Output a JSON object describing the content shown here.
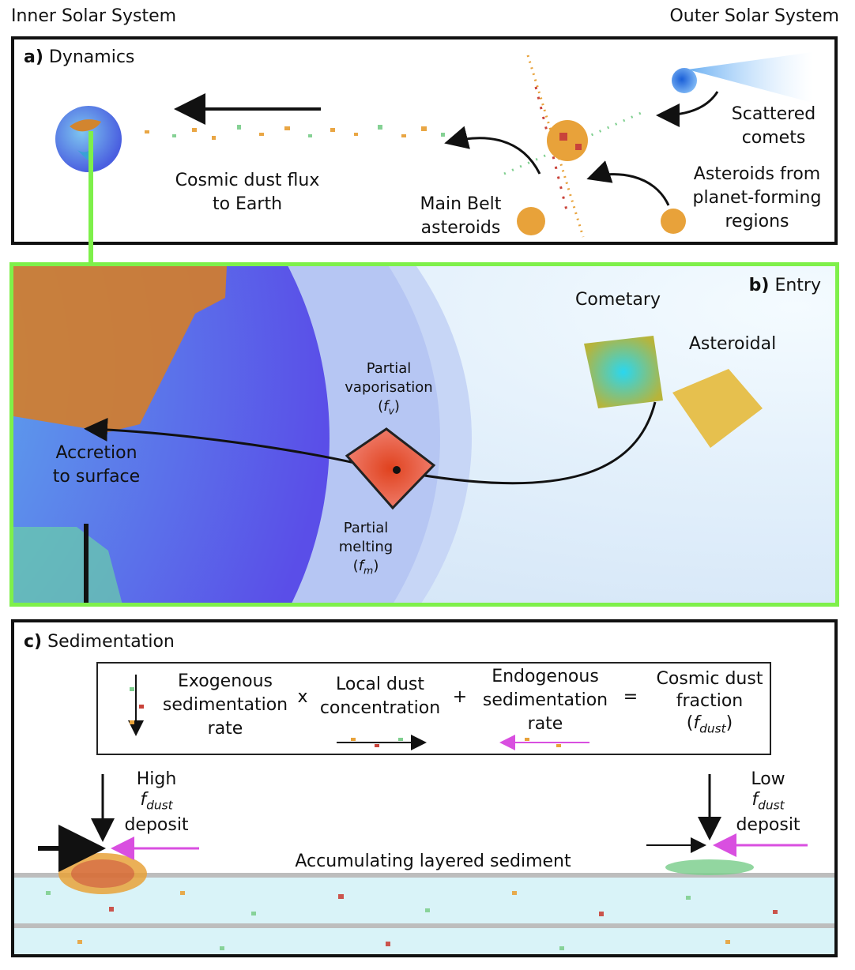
{
  "header": {
    "left": "Inner Solar System",
    "right": "Outer Solar System"
  },
  "panel_a": {
    "letter": "a)",
    "title": "Dynamics",
    "label_flux": "Cosmic dust flux\nto Earth",
    "label_main_belt": "Main Belt\nasteroids",
    "label_comets": "Scattered\ncomets",
    "label_asteroids": "Asteroids from\nplanet-forming\nregions"
  },
  "panel_b": {
    "letter": "b)",
    "title": "Entry",
    "label_cometary": "Cometary",
    "label_asteroidal": "Asteroidal",
    "label_vapor": "Partial\nvaporisation",
    "label_vapor_sym": "f",
    "label_vapor_sub": "v",
    "label_melt": "Partial\nmelting",
    "label_melt_sym": "f",
    "label_melt_sub": "m",
    "label_accretion": "Accretion\nto surface"
  },
  "panel_c": {
    "letter": "c)",
    "title": "Sedimentation",
    "formula": {
      "term1": "Exogenous\nsedimentation\nrate",
      "op1": "x",
      "term2": "Local dust\nconcentration",
      "op2": "+",
      "term3": "Endogenous\nsedimentation\nrate",
      "op3": "=",
      "term4": "Cosmic dust\nfraction",
      "term4_sym": "f",
      "term4_sub": "dust"
    },
    "high_top": "High",
    "high_sym": "f",
    "high_sub": "dust",
    "high_bottom": "deposit",
    "low_top": "Low",
    "low_sym": "f",
    "low_sub": "dust",
    "low_bottom": "deposit",
    "label_sediment": "Accumulating layered sediment"
  },
  "colors": {
    "panel_b_border": "#7ef04a",
    "magenta_arrow": "#d94fe0",
    "dust_orange": "#e8a23a",
    "dust_green": "#7fcf8f",
    "dust_red": "#c9433a",
    "sediment_blue": "#d9f3f8"
  }
}
